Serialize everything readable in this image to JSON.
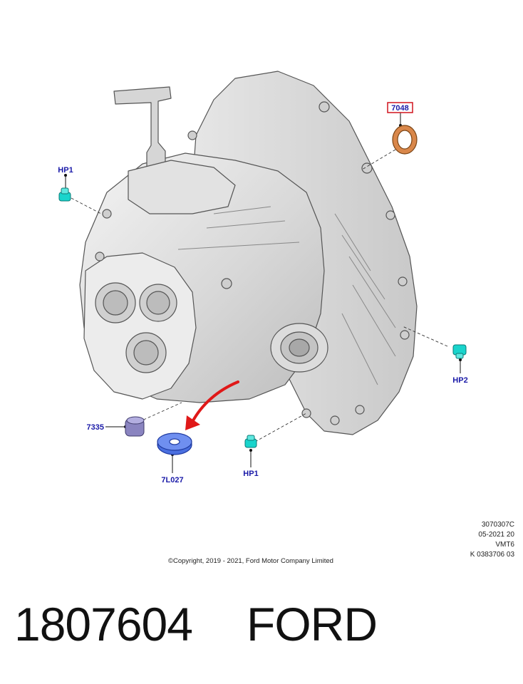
{
  "callouts": {
    "seal_7048": "7048",
    "hp1_top": "HP1",
    "hp2": "HP2",
    "bushing_7335": "7335",
    "washer_7l027": "7L027",
    "hp1_bottom": "HP1"
  },
  "colors": {
    "label_blue": "#1a1aa8",
    "highlight_red": "#d0141e",
    "plug_cyan": "#19d4cc",
    "washer_blue": "#4a6fe0",
    "seal_orange": "#d9874a",
    "bushing_purple": "#8a84c0",
    "arrow_red": "#e01818",
    "housing_gray": "#dcdcdc"
  },
  "footer": {
    "copyright": "©Copyright, 2019 - 2021, Ford Motor Company Limited",
    "meta_lines": [
      "3070307C",
      "05-2021 20",
      "VMT6",
      "K 0383706 03"
    ]
  },
  "title": {
    "part_number": "1807604",
    "brand": "FORD"
  }
}
